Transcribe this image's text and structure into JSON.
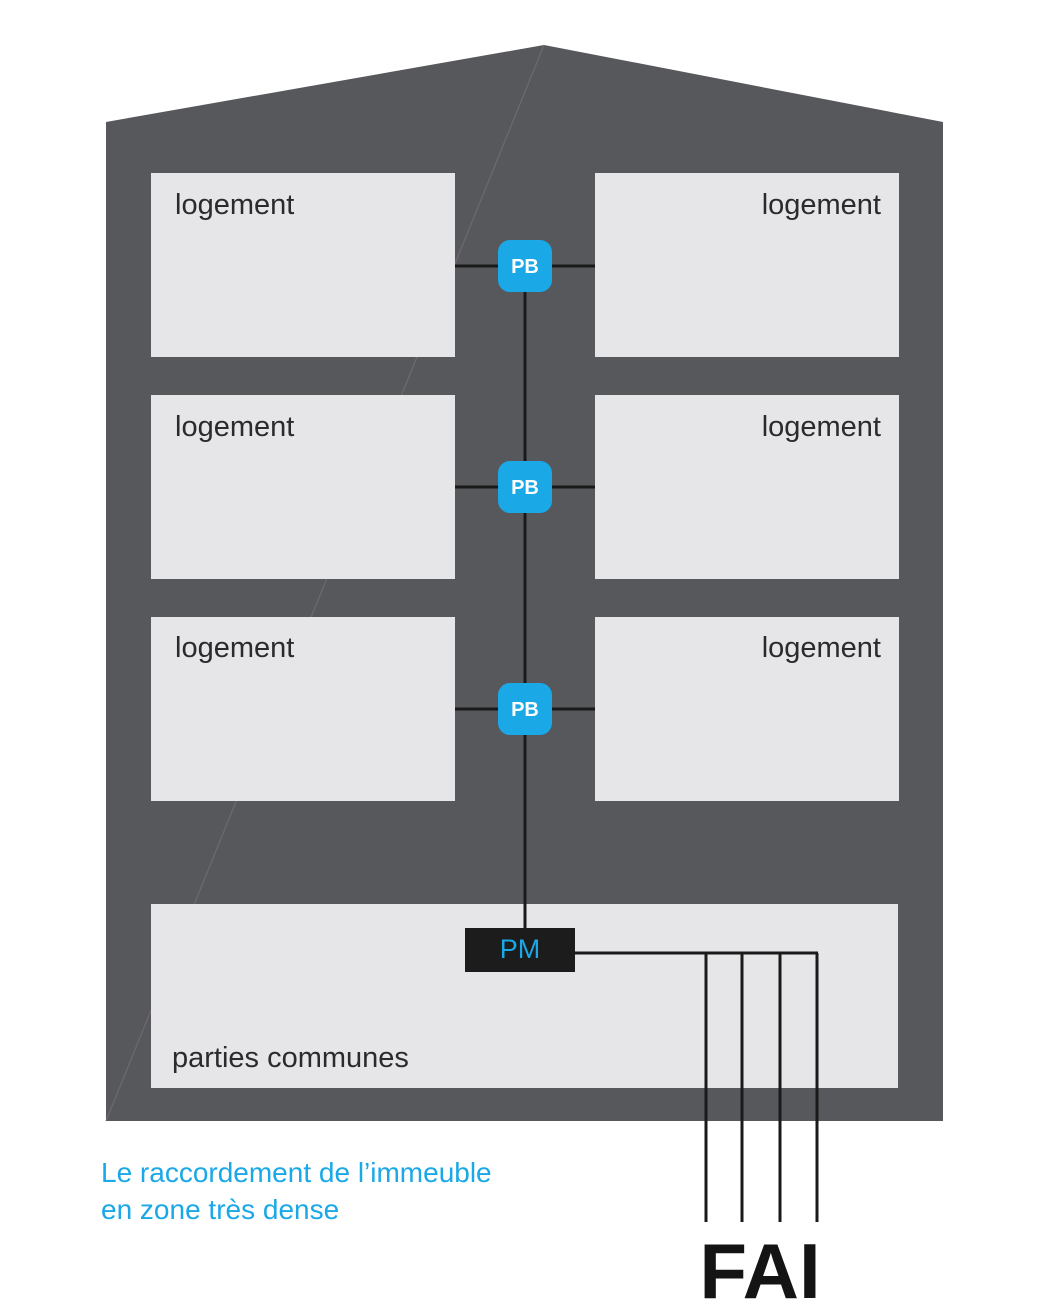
{
  "rooms": {
    "left_1": "logement",
    "right_1": "logement",
    "left_2": "logement",
    "right_2": "logement",
    "left_3": "logement",
    "right_3": "logement"
  },
  "common_area": "parties communes",
  "pb_nodes": [
    "PB",
    "PB",
    "PB"
  ],
  "pm_node": "PM",
  "caption": {
    "line1": "Le raccordement de l’immeuble",
    "line2": "en zone très dense"
  },
  "fai": "FAI",
  "colors": {
    "building": "#57585c",
    "room": "#e6e6e8",
    "accent": "#1aa8e6",
    "line": "#1a1a1a",
    "pm_box": "#1c1c1c"
  }
}
